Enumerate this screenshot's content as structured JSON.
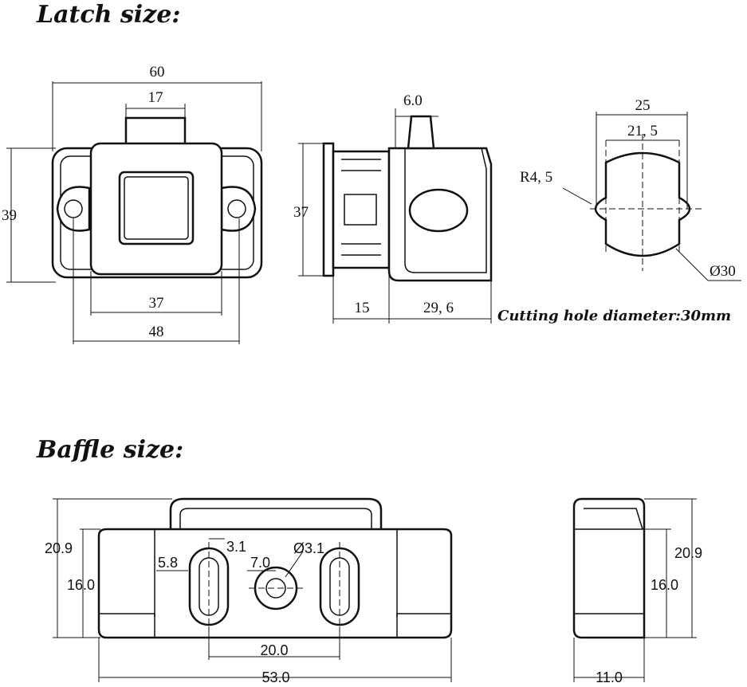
{
  "latch": {
    "heading": "Latch size:",
    "front": {
      "width": "60",
      "tongue": "17",
      "height": "39",
      "bottom_inner": "37",
      "bottom_outer": "48"
    },
    "side": {
      "height": "37",
      "tip": "6.0",
      "depth_a": "15",
      "depth_b": "29, 6"
    },
    "cutout": {
      "width": "25",
      "inner_width": "21, 5",
      "radius": "R4, 5",
      "diameter": "Ø30"
    },
    "note": "Cutting hole diameter:30mm"
  },
  "baffle": {
    "heading": "Baffle size:",
    "front": {
      "height_total": "20.9",
      "height_body": "16.0",
      "slot_width": "3.1",
      "slot_offset": "5.8",
      "hole_offset": "7.0",
      "hole_dia": "Ø3.1",
      "slot_spacing": "20.0",
      "length": "53.0"
    },
    "side": {
      "height_total": "20.9",
      "height_body": "16.0",
      "depth": "11.0"
    }
  }
}
